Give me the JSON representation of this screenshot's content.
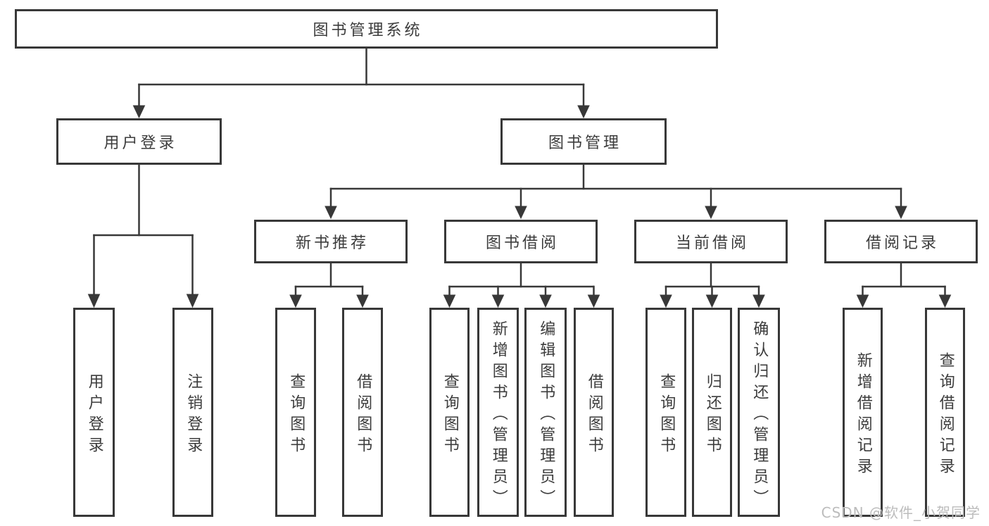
{
  "diagram": {
    "root": "图书管理系统",
    "level2": {
      "user_login": "用户登录",
      "book_mgmt": "图书管理"
    },
    "level3": {
      "new_books": "新书推荐",
      "book_borrow": "图书借阅",
      "current_borrow": "当前借阅",
      "borrow_records": "借阅记录"
    },
    "leaves": {
      "login": [
        "用户登录",
        "注销登录"
      ],
      "new_books": [
        "查询图书",
        "借阅图书"
      ],
      "book_borrow": [
        "查询图书",
        "新增图书（管理员）",
        "编辑图书（管理员）",
        "借阅图书"
      ],
      "current_borrow": [
        "查询图书",
        "归还图书",
        "确认归还（管理员）"
      ],
      "borrow_records": [
        "新增借阅记录",
        "查询借阅记录"
      ]
    }
  },
  "watermark": "CSDN @软件_小贺同学",
  "colors": {
    "line": "#383838",
    "text": "#3c3c3c",
    "background": "#ffffff",
    "watermark": "#bcbcbc"
  }
}
